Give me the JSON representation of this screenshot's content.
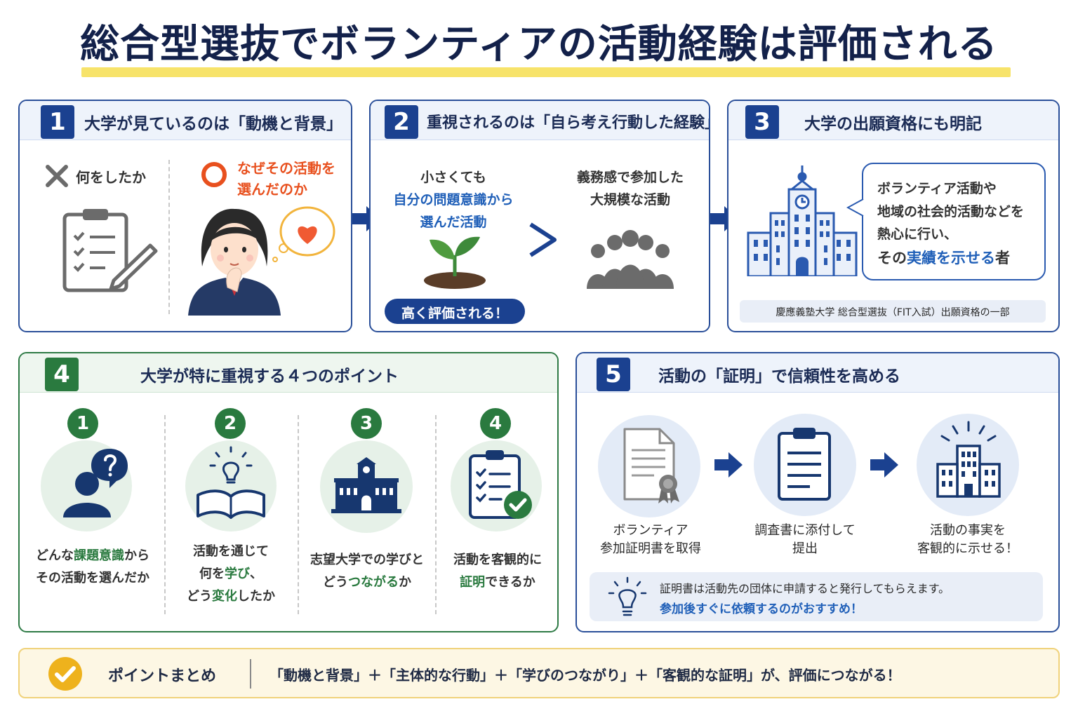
{
  "title": "総合型選抜でボランティアの活動経験は評価される",
  "panel1": {
    "number": "1",
    "title": "大学が見ているのは「動機と背景」",
    "left_label": "何をしたか",
    "right_label_line1": "なぜその活動を",
    "right_label_line2": "選んだのか"
  },
  "panel2": {
    "number": "2",
    "title": "重視されるのは「自ら考え行動した経験」",
    "left_line1": "小さくても",
    "left_line2": "自分の問題意識から",
    "left_line3": "選んだ活動",
    "badge": "高く評価される！",
    "right_line1": "義務感で参加した",
    "right_line2": "大規模な活動"
  },
  "panel3": {
    "number": "3",
    "title": "大学の出願資格にも明記",
    "bubble_line1": "ボランティア活動や",
    "bubble_line2": "地域の社会的活動などを",
    "bubble_line3": "熱心に行い、",
    "bubble_line4_pre": "その",
    "bubble_line4_hl": "実績を示せる",
    "bubble_line4_post": "者",
    "source": "慶應義塾大学 総合型選抜（FIT入試）出願資格の一部"
  },
  "panel4": {
    "number": "4",
    "title": "大学が特に重視する４つのポイント",
    "points": [
      {
        "num": "1",
        "l1a": "どんな",
        "l1hl": "課題意識",
        "l1b": "から",
        "l2": "その活動を選んだか"
      },
      {
        "num": "2",
        "l1": "活動を通じて",
        "l2a": "何を",
        "l2hl": "学び",
        "l2b": "、",
        "l3a": "どう",
        "l3hl": "変化",
        "l3b": "したか"
      },
      {
        "num": "3",
        "l1": "志望大学での学びと",
        "l2a": "どう",
        "l2hl": "つながる",
        "l2b": "か"
      },
      {
        "num": "4",
        "l1": "活動を客観的に",
        "l2hl": "証明",
        "l2b": "できるか"
      }
    ]
  },
  "panel5": {
    "number": "5",
    "title": "活動の「証明」で信頼性を高める",
    "steps": [
      {
        "l1": "ボランティア",
        "l2": "参加証明書を取得"
      },
      {
        "l1": "調査書に添付して",
        "l2": "提出"
      },
      {
        "l1": "活動の事実を",
        "l2": "客観的に示せる！"
      }
    ],
    "tip_line1": "証明書は活動先の団体に申請すると発行してもらえます。",
    "tip_line2": "参加後すぐに依頼するのがおすすめ！"
  },
  "summary": {
    "label": "ポイントまとめ",
    "text": "「動機と背景」＋「主体的な行動」＋「学びのつながり」＋「客観的な証明」が、評価につながる！"
  },
  "colors": {
    "navy": "#1b4190",
    "green": "#2a7a3f",
    "orange": "#e8501e",
    "highlight_blue": "#1f5fb8",
    "highlight_green": "#2a7a3f"
  }
}
